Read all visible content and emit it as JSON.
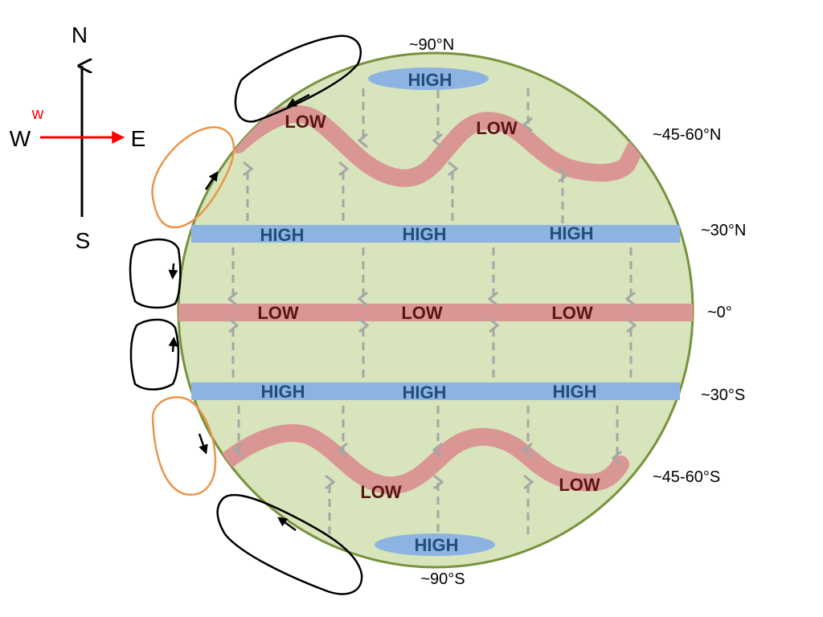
{
  "colors": {
    "globe_fill": "#d8e4bc",
    "globe_stroke": "#77933c",
    "high_band": "#8db3e2",
    "low_band": "#d99694",
    "high_text": "#1f4e79",
    "low_text": "#5a1414",
    "arrow_gray": "#a6a6a6",
    "cell_black": "#000000",
    "cell_orange": "#e9964b",
    "wind_red": "#ff0000"
  },
  "compass": {
    "north": "N",
    "south": "S",
    "west": "W",
    "east": "E",
    "wind": "w"
  },
  "latitudes": {
    "north_pole": "~90°N",
    "north_mid": "~45-60°N",
    "north_30": "~30°N",
    "equator": "~0°",
    "south_30": "~30°S",
    "south_mid": "~45-60°S",
    "south_pole": "~90°S"
  },
  "zones": {
    "polar_high_north": "HIGH",
    "subpolar_low_north": [
      "LOW",
      "LOW"
    ],
    "subtropical_high_north": [
      "HIGH",
      "HIGH",
      "HIGH"
    ],
    "equatorial_low": [
      "LOW",
      "LOW",
      "LOW"
    ],
    "subtropical_high_south": [
      "HIGH",
      "HIGH",
      "HIGH"
    ],
    "subpolar_low_south": [
      "LOW",
      "LOW"
    ],
    "polar_high_south": "HIGH"
  }
}
